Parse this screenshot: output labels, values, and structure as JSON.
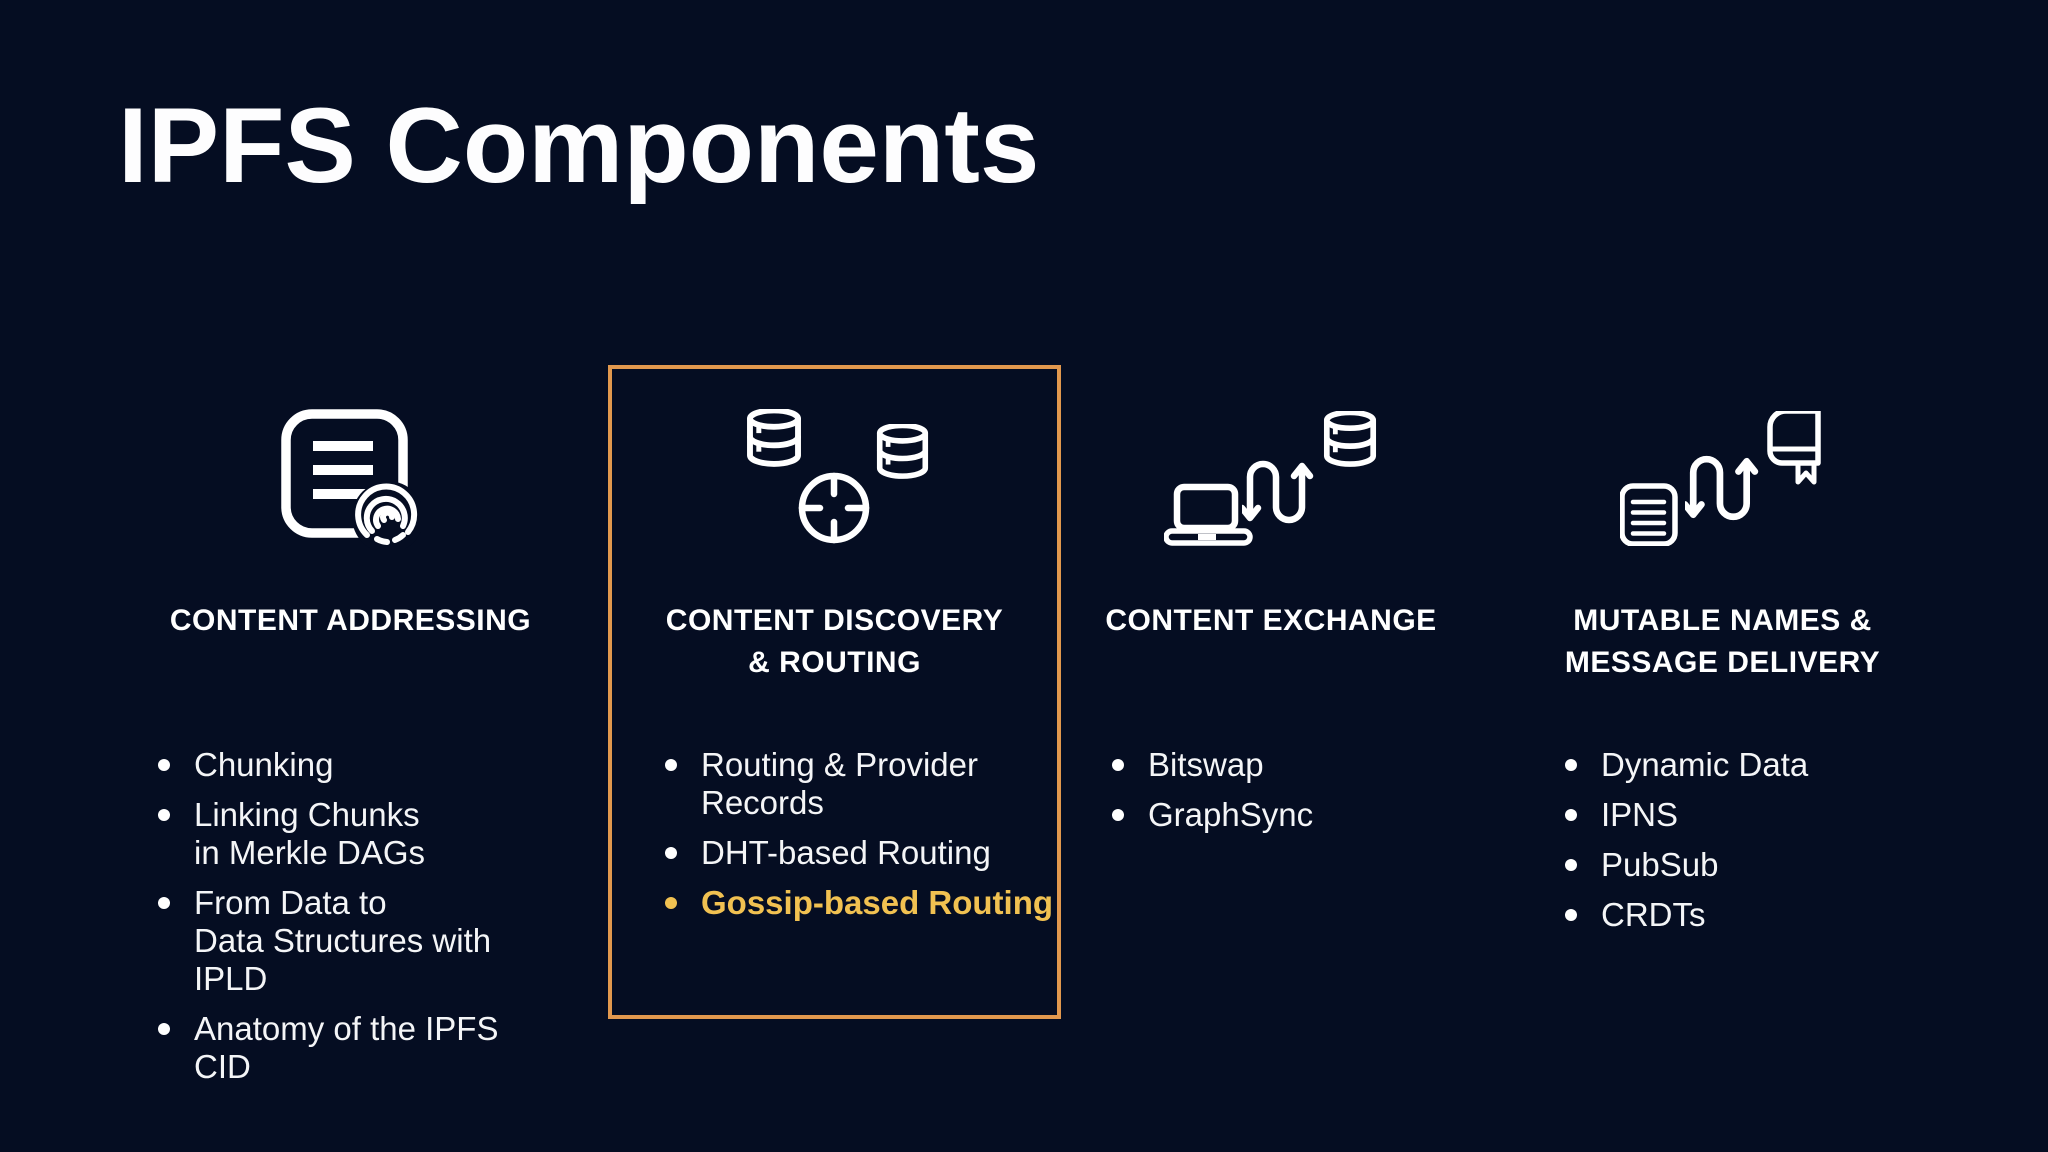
{
  "slide": {
    "title": "IPFS Components"
  },
  "colors": {
    "background": "#050d22",
    "text": "#f4f5f7",
    "heading_text": "#ffffff",
    "highlight_border": "#e2984e",
    "highlight_text": "#f1c151"
  },
  "columns": [
    {
      "id": "content-addressing",
      "icon": "document-fingerprint-icon",
      "highlighted": false,
      "heading_lines": [
        "CONTENT ADDRESSING"
      ],
      "items": [
        {
          "lines": [
            "Chunking"
          ]
        },
        {
          "lines": [
            "Linking Chunks",
            "in Merkle DAGs"
          ]
        },
        {
          "lines": [
            "From Data to",
            "Data Structures with IPLD"
          ]
        },
        {
          "lines": [
            "Anatomy of the IPFS CID"
          ]
        }
      ]
    },
    {
      "id": "content-discovery-routing",
      "icon": "databases-target-icon",
      "highlighted": true,
      "heading_lines": [
        "CONTENT DISCOVERY",
        "& ROUTING"
      ],
      "items": [
        {
          "lines": [
            "Routing & Provider",
            "Records"
          ]
        },
        {
          "lines": [
            "DHT-based Routing"
          ]
        },
        {
          "lines": [
            "Gossip-based Routing"
          ],
          "accent": true
        }
      ]
    },
    {
      "id": "content-exchange",
      "icon": "laptop-sync-database-icon",
      "highlighted": false,
      "heading_lines": [
        "CONTENT EXCHANGE"
      ],
      "items": [
        {
          "lines": [
            "Bitswap"
          ]
        },
        {
          "lines": [
            "GraphSync"
          ]
        }
      ]
    },
    {
      "id": "mutable-names-message-delivery",
      "icon": "document-sync-book-icon",
      "highlighted": false,
      "heading_lines": [
        "MUTABLE NAMES &",
        "MESSAGE DELIVERY"
      ],
      "items": [
        {
          "lines": [
            "Dynamic Data"
          ]
        },
        {
          "lines": [
            "IPNS"
          ]
        },
        {
          "lines": [
            "PubSub"
          ]
        },
        {
          "lines": [
            "CRDTs"
          ]
        }
      ]
    }
  ]
}
